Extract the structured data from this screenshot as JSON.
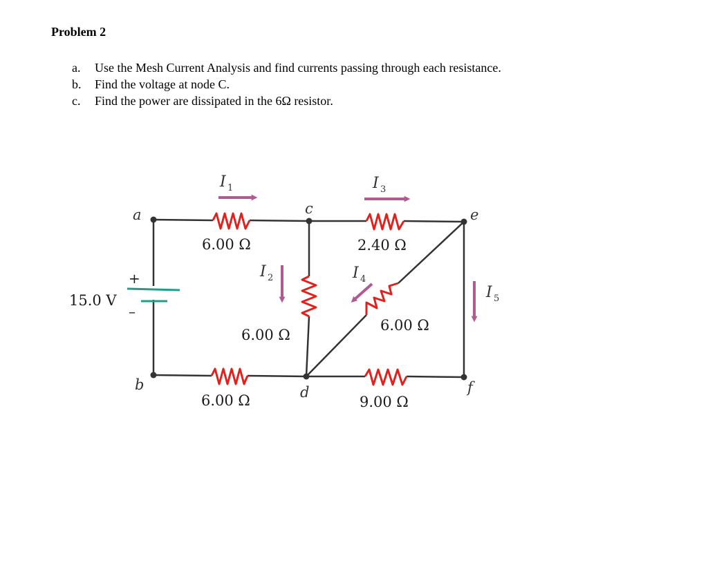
{
  "problem": {
    "title": "Problem 2",
    "questions": [
      {
        "marker": "a.",
        "text": "Use the Mesh Current Analysis and find currents passing through each resistance."
      },
      {
        "marker": "b.",
        "text": "Find the voltage at node C."
      },
      {
        "marker": "c.",
        "text": "Find the power are dissipated in the 6Ω resistor."
      }
    ]
  },
  "circuit": {
    "source": {
      "label": "15.0 V",
      "plus": "+",
      "minus": "–"
    },
    "nodes": {
      "a": "a",
      "b": "b",
      "c": "c",
      "d": "d",
      "e": "e",
      "f": "f"
    },
    "resistors": {
      "top_left": "6.00 Ω",
      "top_right": "2.40 Ω",
      "middle_vertical": "6.00 Ω",
      "diagonal": "6.00 Ω",
      "bottom_left": "6.00 Ω",
      "bottom_right": "9.00 Ω"
    },
    "currents": {
      "i1": {
        "letter": "I",
        "sub": "1"
      },
      "i2": {
        "letter": "I",
        "sub": "2"
      },
      "i3": {
        "letter": "I",
        "sub": "3"
      },
      "i4": {
        "letter": "I",
        "sub": "4"
      },
      "i5": {
        "letter": "I",
        "sub": "5"
      }
    },
    "colors": {
      "wire": "#333333",
      "resistor": "#e0221f",
      "arrow": "#b05a92",
      "battery": "#1f9e8c"
    }
  }
}
